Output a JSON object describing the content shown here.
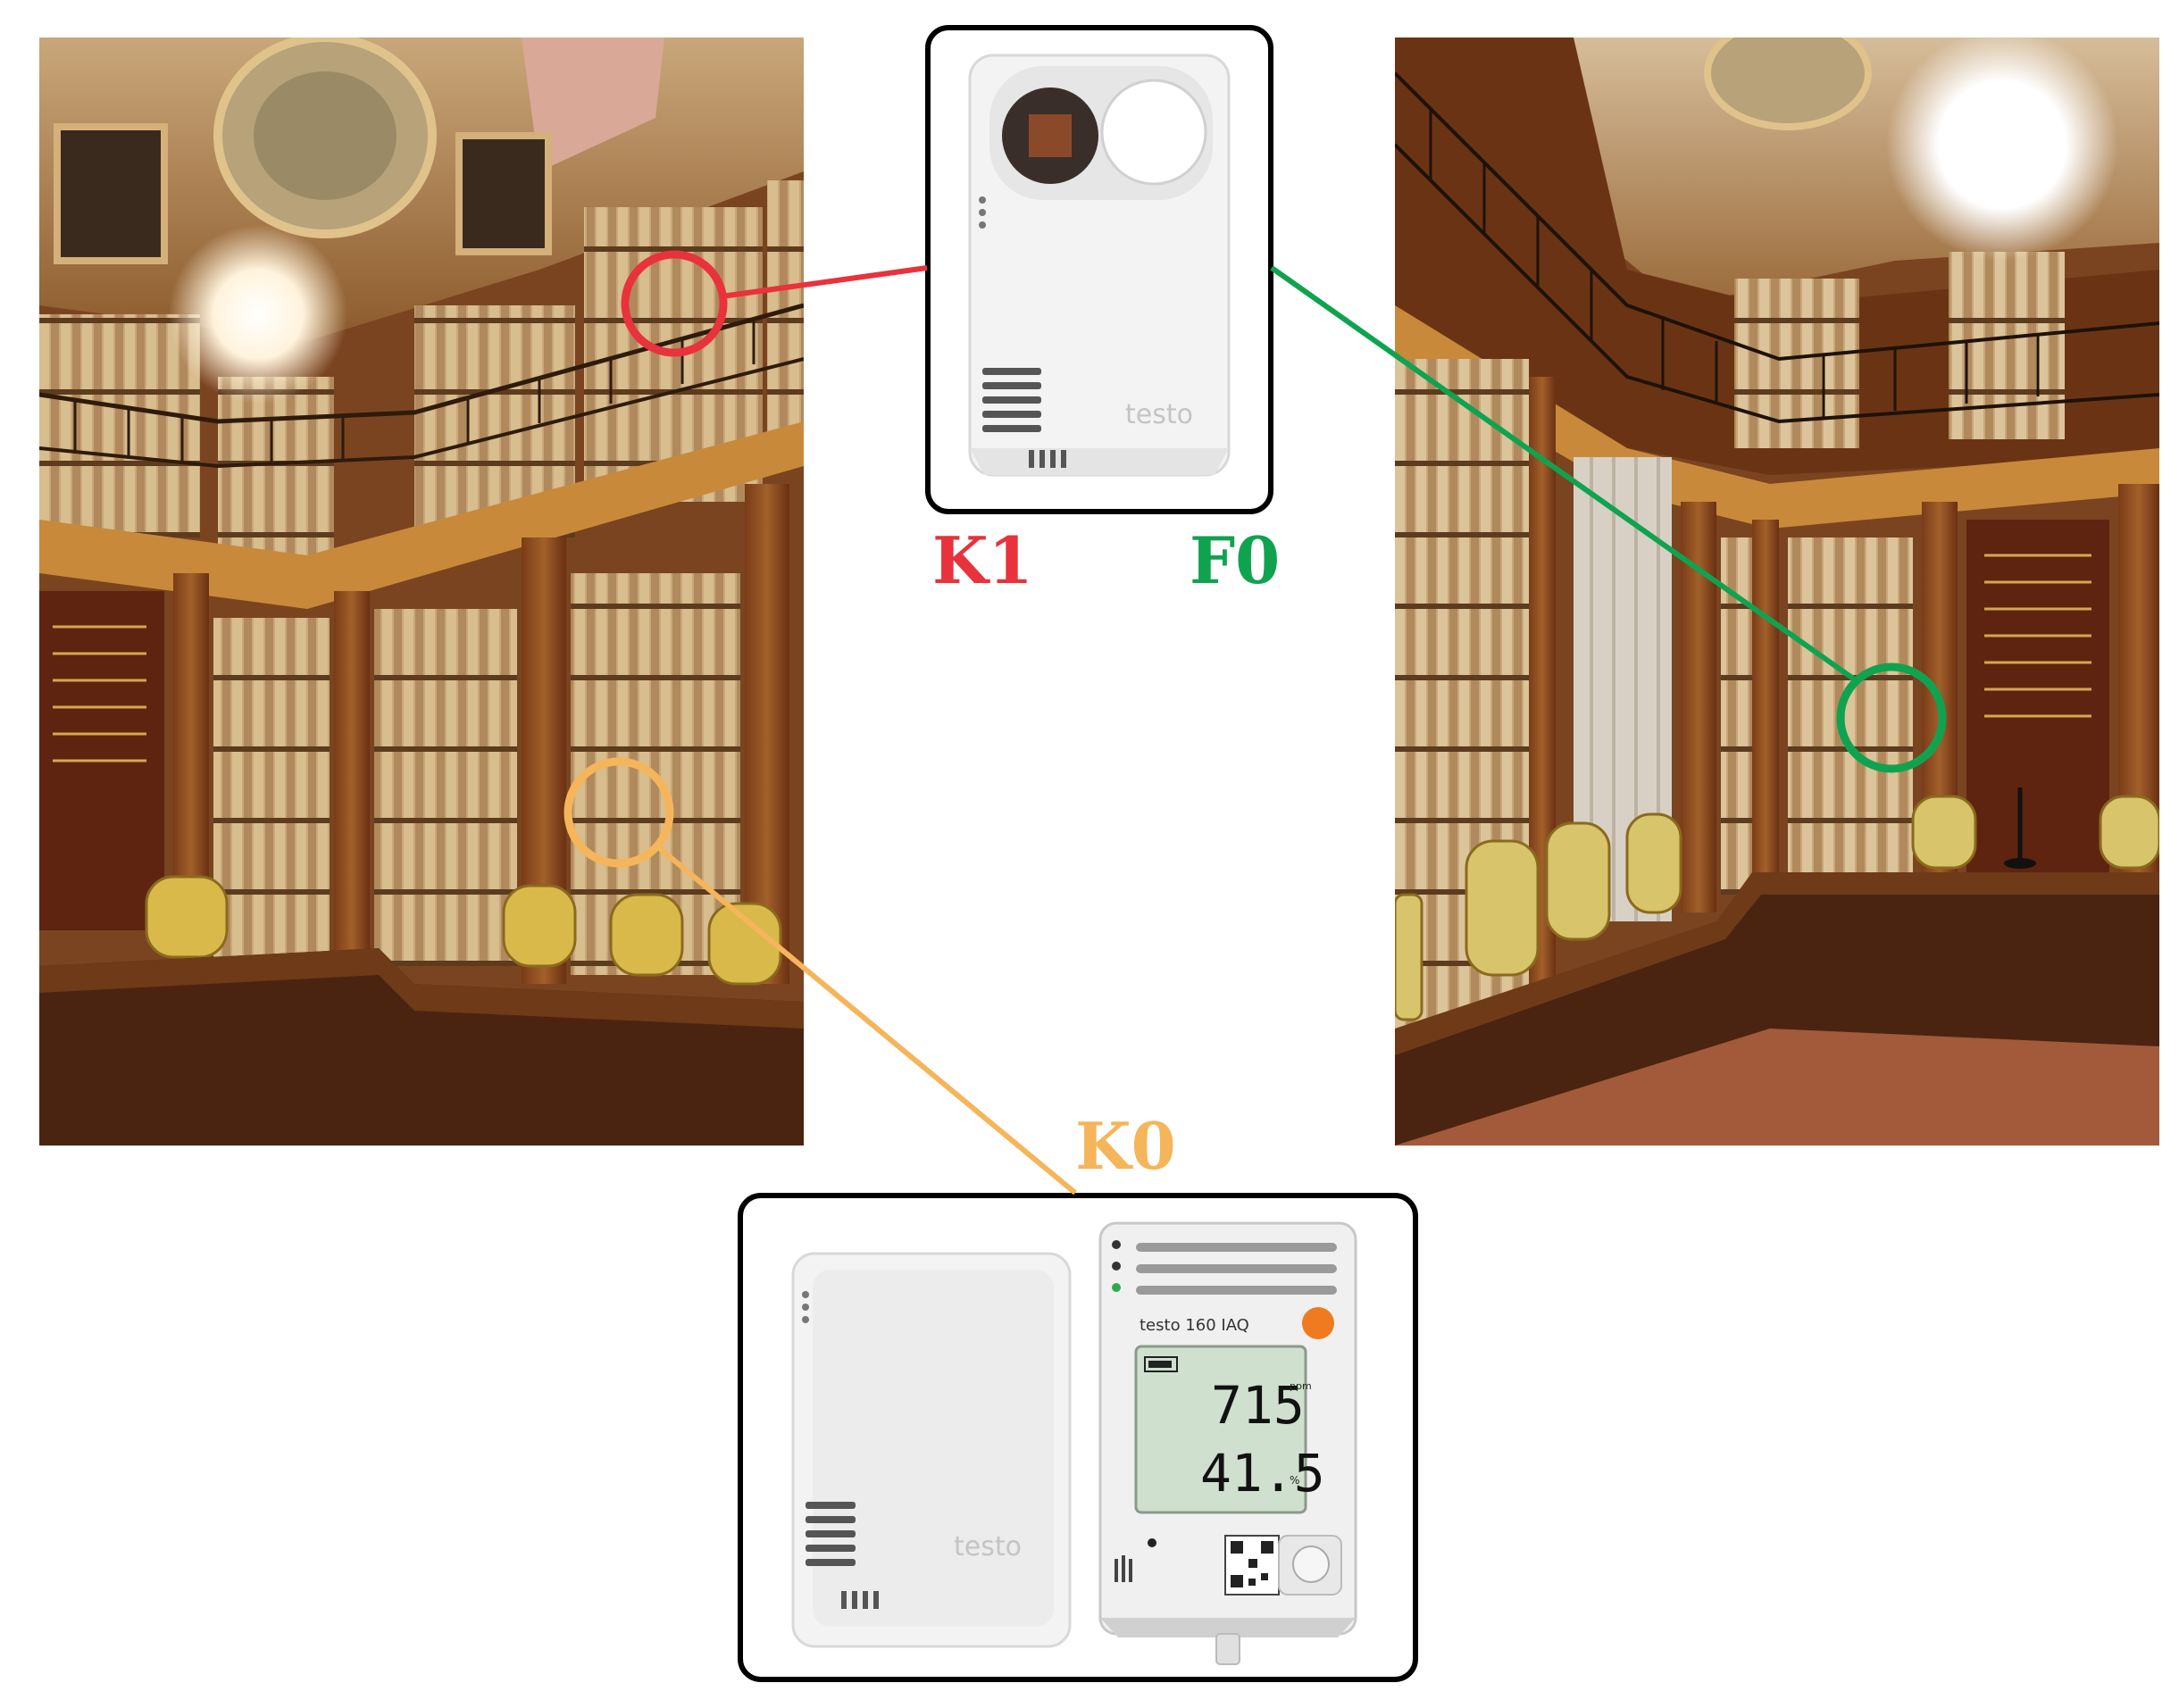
{
  "labels": {
    "k1": "K1",
    "f0": "F0",
    "k0": "K0"
  },
  "device": {
    "brand": "testo",
    "model": "testo 160 IAQ",
    "reading_top": "715",
    "unit_top": "ppm",
    "reading_bottom": "41.5",
    "unit_bottom": "%"
  },
  "colors": {
    "k1": "#e8323c",
    "f0": "#0fa350",
    "k0": "#f5b55a"
  }
}
